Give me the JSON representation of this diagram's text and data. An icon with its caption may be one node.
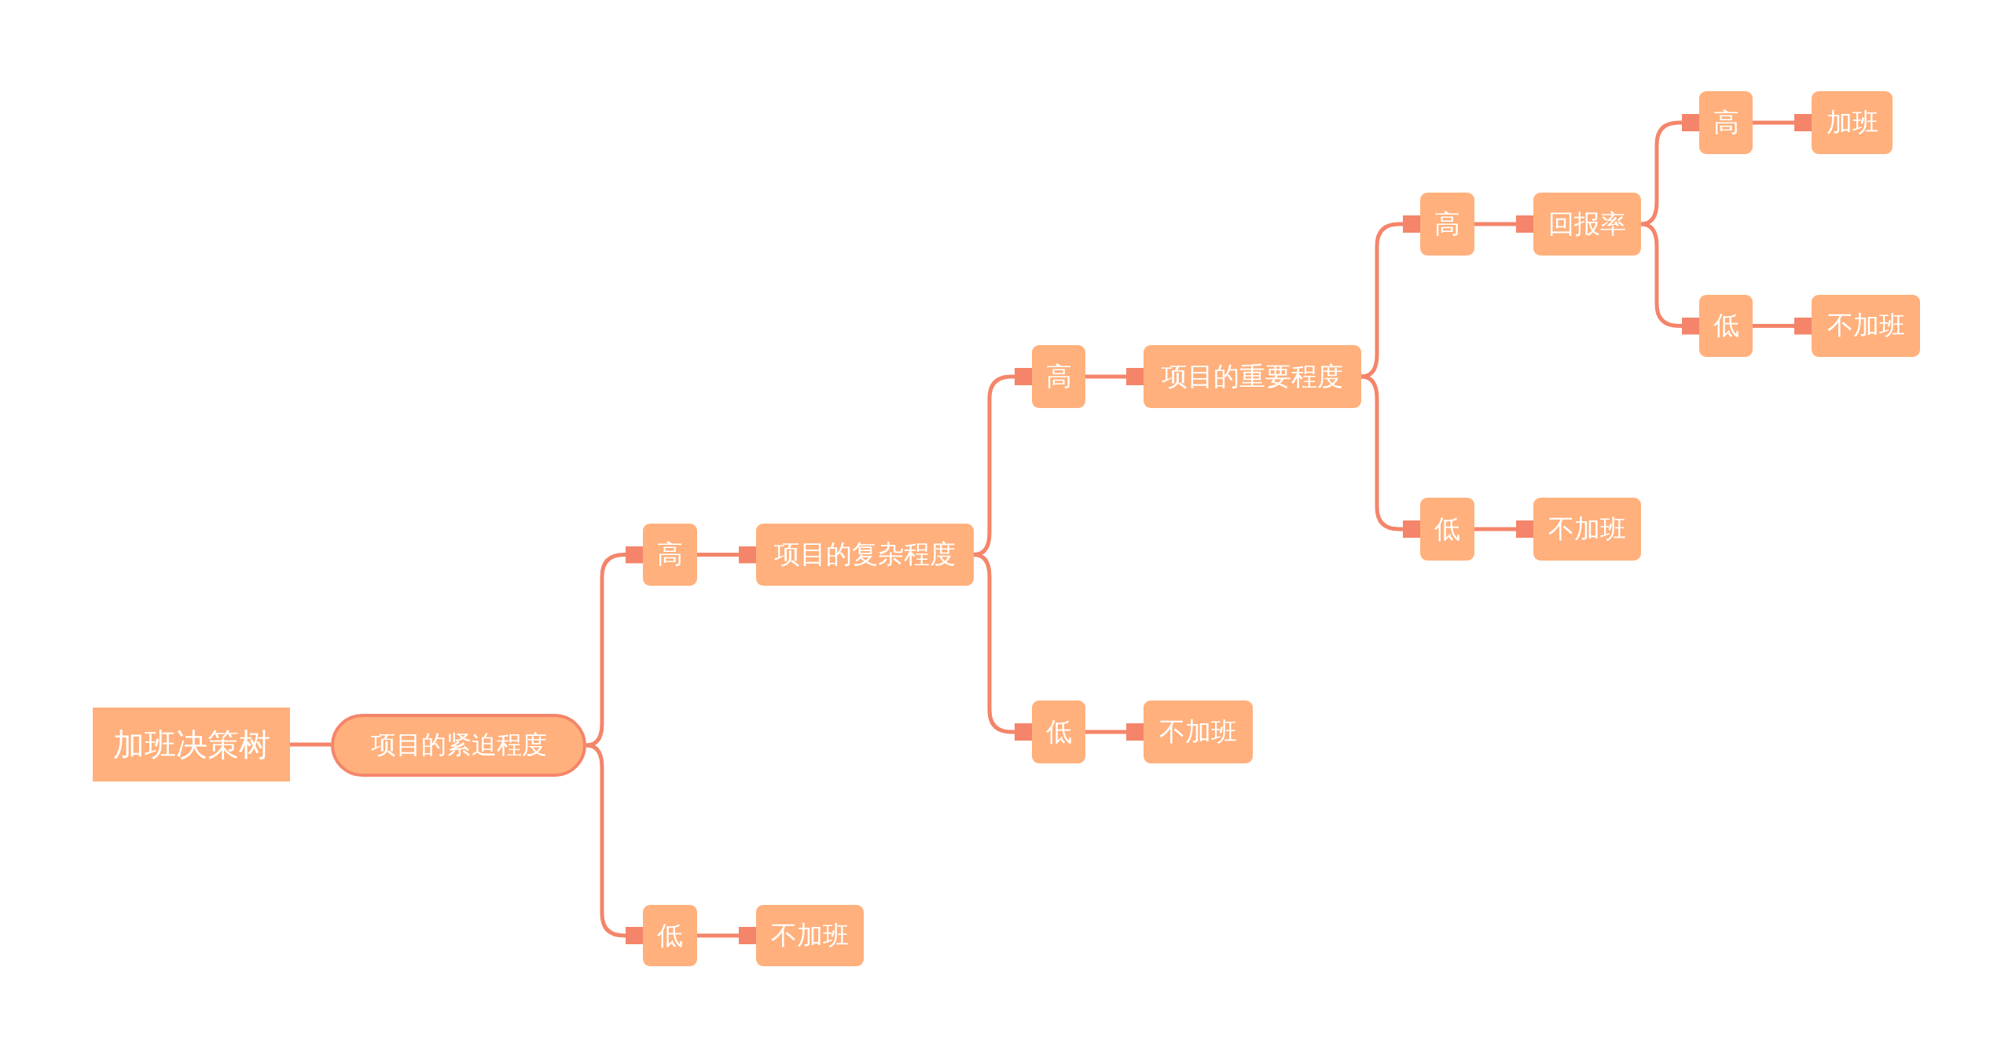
{
  "diagram": {
    "nodes": [
      {
        "text": [
          "加班决策树"
        ]
      },
      {
        "text": [
          "项目的紧迫程度"
        ]
      },
      {
        "text": [
          "高"
        ]
      },
      {
        "text": [
          "项目的复杂程度"
        ]
      },
      {
        "text": [
          "低"
        ]
      },
      {
        "text": [
          "不加班"
        ]
      },
      {
        "text": [
          "高"
        ]
      },
      {
        "text": [
          "项目的重要程度"
        ]
      },
      {
        "text": [
          "低"
        ]
      },
      {
        "text": [
          "不加班"
        ]
      },
      {
        "text": [
          "高"
        ]
      },
      {
        "text": [
          "回报率"
        ]
      },
      {
        "text": [
          "低"
        ]
      },
      {
        "text": [
          "不加班"
        ]
      },
      {
        "text": [
          "高"
        ]
      },
      {
        "text": [
          "加班"
        ]
      },
      {
        "text": [
          "低"
        ]
      },
      {
        "text": [
          "不加班"
        ]
      }
    ],
    "edges": [
      {
        "from": 0,
        "to": 1,
        "arrow": "none"
      },
      {
        "from": 1,
        "to": 2,
        "arrow": "other"
      },
      {
        "from": 1,
        "to": 4,
        "arrow": "other"
      },
      {
        "from": 2,
        "to": 3,
        "arrow": "other"
      },
      {
        "from": 4,
        "to": 5,
        "arrow": "other"
      },
      {
        "from": 3,
        "to": 6,
        "arrow": "other"
      },
      {
        "from": 3,
        "to": 8,
        "arrow": "other"
      },
      {
        "from": 6,
        "to": 7,
        "arrow": "other"
      },
      {
        "from": 8,
        "to": 9,
        "arrow": "other"
      },
      {
        "from": 7,
        "to": 10,
        "arrow": "other"
      },
      {
        "from": 7,
        "to": 12,
        "arrow": "other"
      },
      {
        "from": 10,
        "to": 11,
        "arrow": "other"
      },
      {
        "from": 12,
        "to": 13,
        "arrow": "other"
      },
      {
        "from": 11,
        "to": 14,
        "arrow": "other"
      },
      {
        "from": 11,
        "to": 16,
        "arrow": "other"
      },
      {
        "from": 14,
        "to": 15,
        "arrow": "other"
      },
      {
        "from": 16,
        "to": 17,
        "arrow": "other"
      }
    ]
  }
}
